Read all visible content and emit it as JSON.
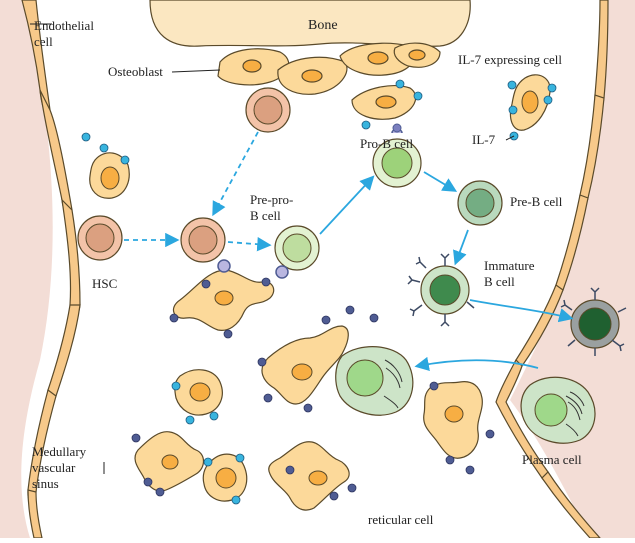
{
  "labels": {
    "bone": "Bone",
    "endothelial_1": "Endothelial",
    "endothelial_2": "cell",
    "osteoblast": "Osteoblast",
    "il7_cell": "IL-7 expressing cell",
    "il7": "IL-7",
    "pro_b": "Pro-B cell",
    "pre_pro_b_1": "Pre-pro-",
    "pre_pro_b_2": "B cell",
    "pre_b": "Pre-B cell",
    "hsc": "HSC",
    "immature_1": "Immature",
    "immature_2": "B cell",
    "medullary_1": "Medullary",
    "medullary_2": "vascular",
    "medullary_3": "sinus",
    "plasma": "Plasma cell",
    "reticular": "reticular cell"
  },
  "colors": {
    "sinus": "#f3ddd6",
    "endothelial": "#f7c98a",
    "bone": "#fbe7c1",
    "stromal": "#fcd99a",
    "nucleus": "#f7ae43",
    "hsc": "#f3c3a8",
    "hsc_nucleus": "#dba080",
    "pre_pro_b": "#e3f2d2",
    "pre_pro_b_nucleus": "#bedd9f",
    "pro_b_nucleus": "#9dd27a",
    "pre_b": "#b9d9bd",
    "pre_b_nucleus": "#74ad83",
    "immature": "#cde4c8",
    "immature_nucleus": "#3f8a4d",
    "mature_nucleus": "#1f6030",
    "plasma_nucleus": "#9fd88a",
    "il7_dot": "#38b4de",
    "receptor_dot": "#4f5c93",
    "arrow": "#2ba7df"
  }
}
